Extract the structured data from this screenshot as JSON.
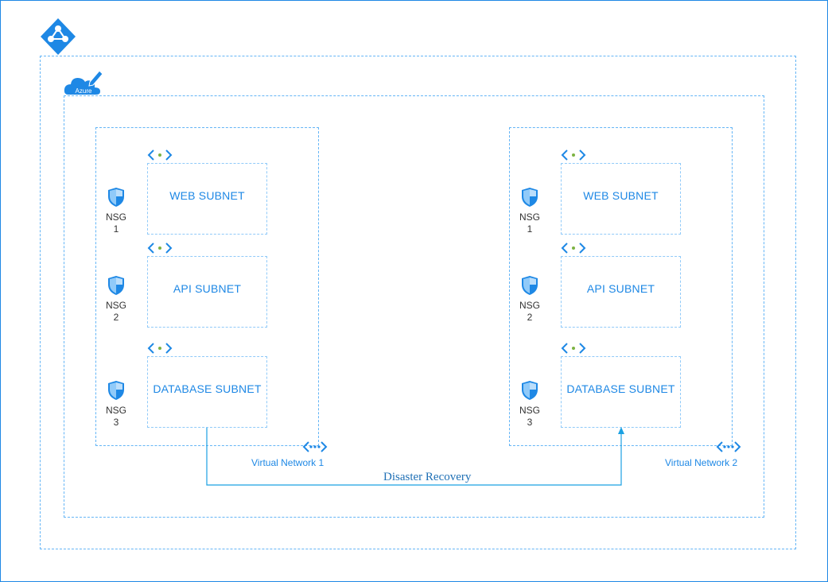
{
  "azure_badge": "Azure",
  "vnets": [
    {
      "name": "Virtual Network 1",
      "subnets": [
        "WEB SUBNET",
        "API SUBNET",
        "DATABASE SUBNET"
      ],
      "nsgs": [
        {
          "label": "NSG",
          "num": "1"
        },
        {
          "label": "NSG",
          "num": "2"
        },
        {
          "label": "NSG",
          "num": "3"
        }
      ]
    },
    {
      "name": "Virtual Network 2",
      "subnets": [
        "WEB SUBNET",
        "API SUBNET",
        "DATABASE SUBNET"
      ],
      "nsgs": [
        {
          "label": "NSG",
          "num": "1"
        },
        {
          "label": "NSG",
          "num": "2"
        },
        {
          "label": "NSG",
          "num": "3"
        }
      ]
    }
  ],
  "connection": {
    "label": "Disaster Recovery"
  },
  "colors": {
    "accent": "#1e88e5",
    "dashed": "#64b5f6",
    "icon_dot": "#7cb342"
  }
}
